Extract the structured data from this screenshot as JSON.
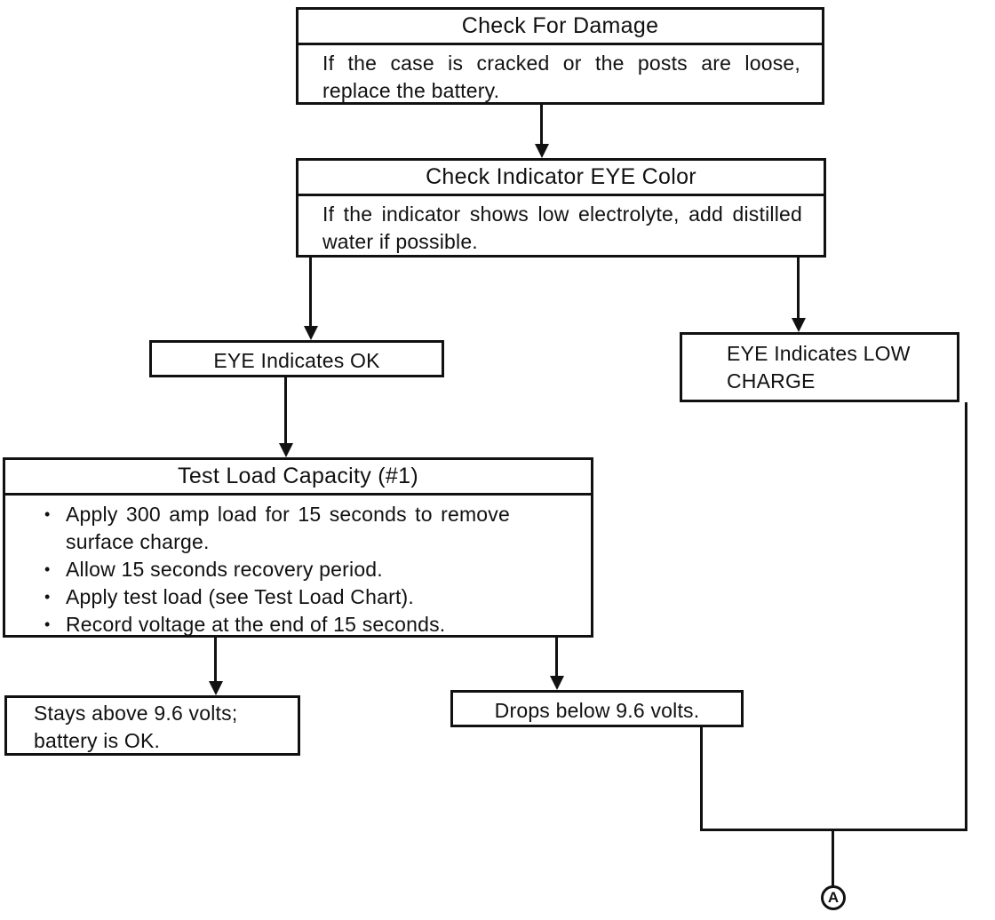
{
  "diagram": {
    "type": "flowchart",
    "subject": "Battery check and load test procedure",
    "bullet_glyph": "•",
    "connector_label": "A",
    "colors": {
      "background": "#ffffff",
      "ink": "#111111"
    },
    "nodes": {
      "check_damage": {
        "title": "Check For Damage",
        "body": "If the case is cracked or the posts are loose, replace the battery."
      },
      "check_eye": {
        "title": "Check Indicator EYE Color",
        "body": "If the indicator shows low electrolyte, add distilled water if possible."
      },
      "eye_ok": {
        "label": "EYE Indicates OK"
      },
      "eye_low": {
        "label": "EYE Indicates LOW CHARGE"
      },
      "test_load": {
        "title": "Test Load Capacity (#1)",
        "bullets": [
          "Apply 300 amp load for 15 seconds to remove surface charge.",
          "Allow 15 seconds recovery period.",
          "Apply test load (see Test Load Chart).",
          "Record voltage at the end of 15 seconds."
        ]
      },
      "stays_above": {
        "label": "Stays above 9.6 volts; battery is OK."
      },
      "drops_below": {
        "label": "Drops below 9.6 volts."
      }
    },
    "edges": [
      {
        "from": "check_damage",
        "to": "check_eye"
      },
      {
        "from": "check_eye",
        "to": "eye_ok"
      },
      {
        "from": "check_eye",
        "to": "eye_low"
      },
      {
        "from": "eye_ok",
        "to": "test_load"
      },
      {
        "from": "test_load",
        "to": "stays_above"
      },
      {
        "from": "test_load",
        "to": "drops_below"
      },
      {
        "from": "drops_below",
        "to": "connector_a"
      },
      {
        "from": "eye_low",
        "to": "connector_a"
      }
    ]
  }
}
